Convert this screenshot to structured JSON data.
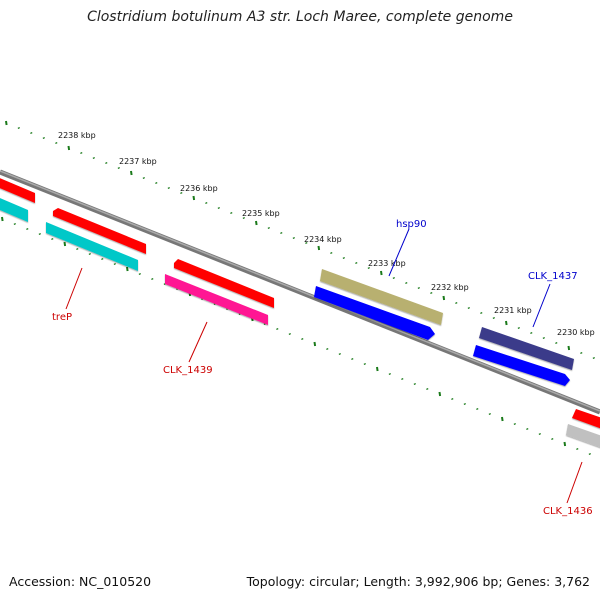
{
  "title": "Clostridium botulinum A3 str. Loch Maree, complete genome",
  "footer": {
    "accession": "Accession: NC_010520",
    "summary": "Topology: circular; Length: 3,992,906 bp; Genes: 3,762"
  },
  "ruler_ticks": [
    "2238 kbp",
    "2237 kbp",
    "2236 kbp",
    "2235 kbp",
    "2234 kbp",
    "2233 kbp",
    "2232 kbp",
    "2231 kbp",
    "2230 kbp"
  ],
  "genes": [
    {
      "name": "treP",
      "color": "#00c8c8",
      "label_color": "#cc0000",
      "strand": "minus"
    },
    {
      "name": "CLK_1439",
      "color": "#ff1493",
      "label_color": "#cc0000",
      "strand": "minus"
    },
    {
      "name": "hsp90",
      "color": "#b8b070",
      "label_color": "#0000cc",
      "strand": "plus"
    },
    {
      "name": "CLK_1437",
      "color": "#3a3a8a",
      "label_color": "#0000cc",
      "strand": "plus"
    },
    {
      "name": "CLK_1436",
      "color": "#c0c0c0",
      "label_color": "#cc0000",
      "strand": "minus"
    }
  ],
  "colors": {
    "cds": "#ff0000",
    "rna": "#0000ff",
    "backbone": "#888888",
    "ticks": "#1a7a1a"
  }
}
